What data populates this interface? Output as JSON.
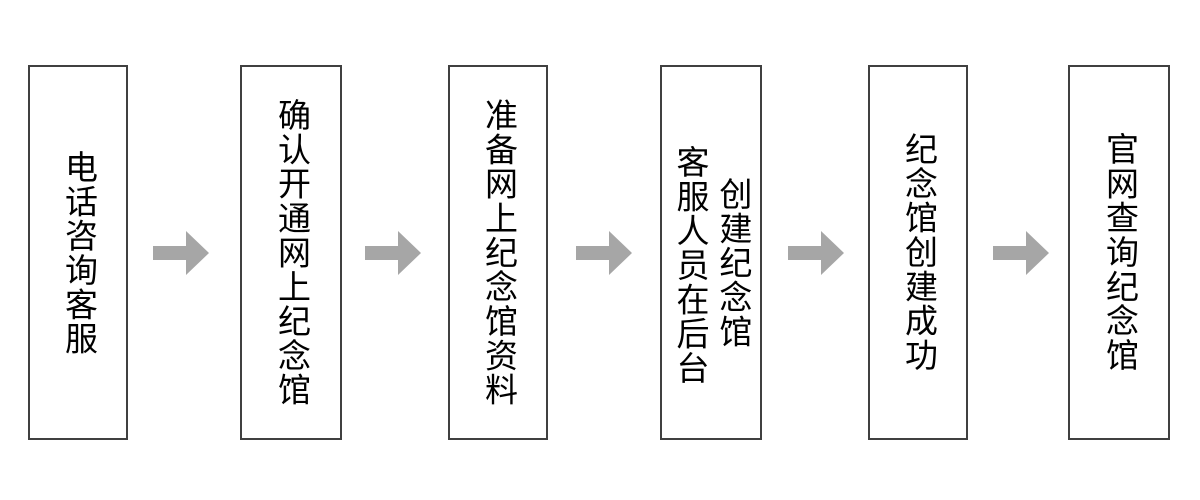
{
  "diagram": {
    "type": "flowchart",
    "orientation": "left-to-right",
    "title": "",
    "colors": {
      "node_border": "#404040",
      "node_fill": "#FFFFFF",
      "text": "#000000",
      "arrow": "#A6A6A6",
      "background": "#FFFFFF"
    },
    "nodes": [
      {
        "id": "node-1",
        "step": 1,
        "columns": [
          "电话咨询客服"
        ],
        "text": "电话咨询客服"
      },
      {
        "id": "node-2",
        "step": 2,
        "columns": [
          "确认开通网上纪念馆"
        ],
        "text": "确认开通网上纪念馆"
      },
      {
        "id": "node-3",
        "step": 3,
        "columns": [
          "准备网上纪念馆资料"
        ],
        "text": "准备网上纪念馆资料"
      },
      {
        "id": "node-4",
        "step": 4,
        "columns": [
          "创建纪念馆",
          "客服人员在后台"
        ],
        "text": "创建纪念馆客服人员在后台"
      },
      {
        "id": "node-5",
        "step": 5,
        "columns": [
          "纪念馆创建成功"
        ],
        "text": "纪念馆创建成功"
      },
      {
        "id": "node-6",
        "step": 6,
        "columns": [
          "官网查询纪念馆"
        ],
        "text": "官网查询纪念馆"
      }
    ],
    "arrows": [
      {
        "id": "arrow-1",
        "from": "node-1",
        "to": "node-2",
        "direction": "right"
      },
      {
        "id": "arrow-2",
        "from": "node-2",
        "to": "node-3",
        "direction": "right"
      },
      {
        "id": "arrow-3",
        "from": "node-3",
        "to": "node-4",
        "direction": "right"
      },
      {
        "id": "arrow-4",
        "from": "node-4",
        "to": "node-5",
        "direction": "right"
      },
      {
        "id": "arrow-5",
        "from": "node-5",
        "to": "node-6",
        "direction": "right"
      }
    ]
  }
}
